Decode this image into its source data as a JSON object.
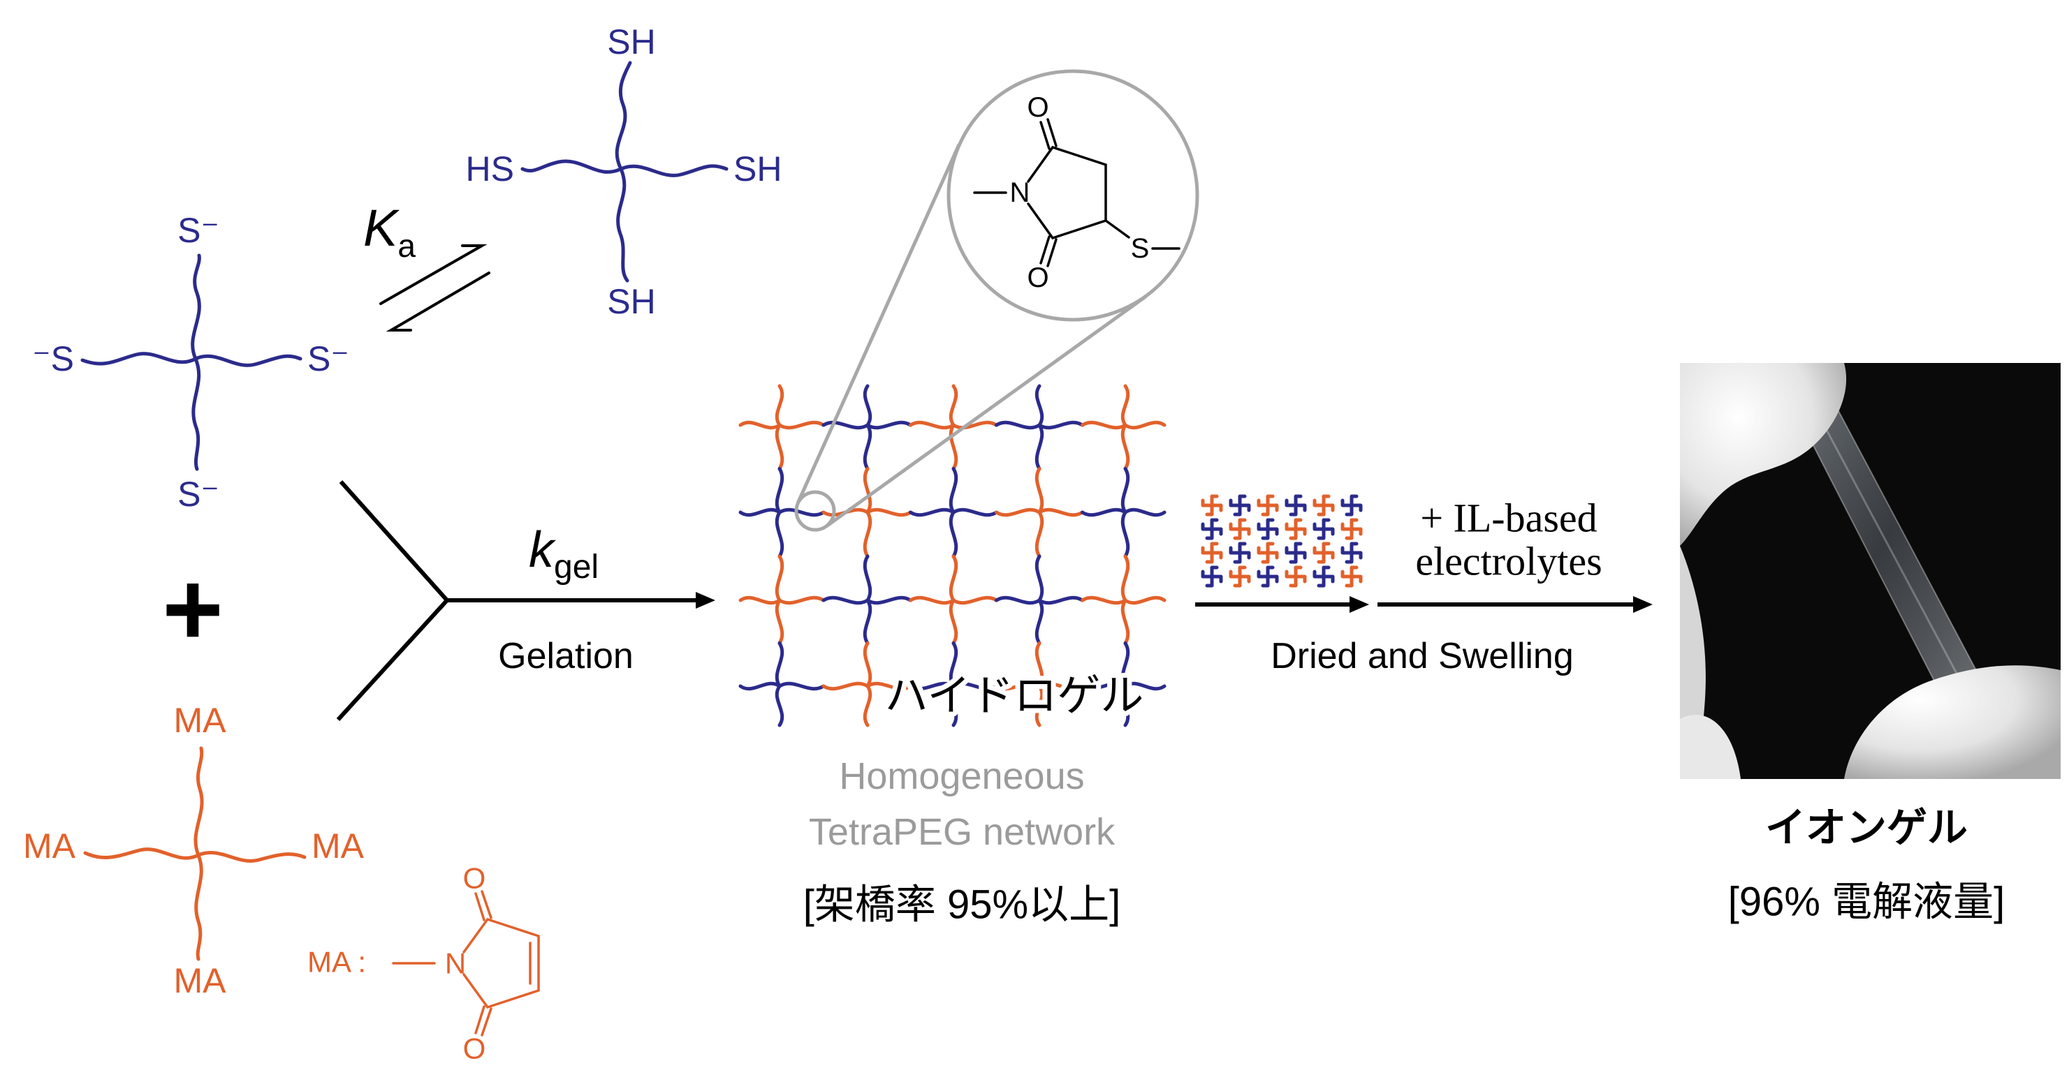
{
  "thiol_star": {
    "top": "SH",
    "left": "HS",
    "right": "SH",
    "bottom": "SH"
  },
  "thiolate_star": {
    "top": "S⁻",
    "left": "⁻S",
    "right": "S⁻",
    "bottom": "S⁻"
  },
  "maleimide_star": {
    "top": "MA",
    "left": "MA",
    "right": "MA",
    "bottom": "MA"
  },
  "equilibrium": {
    "symbol": "K",
    "subscript": "a"
  },
  "plus": "+",
  "ma_definition": {
    "label": "MA :",
    "nitrogen": "N",
    "oxygen_top": "O",
    "oxygen_bottom": "O"
  },
  "gelation": {
    "rate_symbol": "k",
    "rate_subscript": "gel",
    "label": "Gelation"
  },
  "zoom_linkage": {
    "nitrogen": "N",
    "oxygen_top": "O",
    "oxygen_bottom": "O",
    "sulfur": "S"
  },
  "hydrogel": {
    "label": "ハイドロゲル",
    "caption": [
      "Homogeneous",
      "TetraPEG network"
    ],
    "crosslinking": "[架橋率 95%以上]"
  },
  "swelling": {
    "reagent": [
      "+ IL-based",
      "electrolytes"
    ],
    "process": "Dried and Swelling"
  },
  "iongel": {
    "label": "イオンゲル",
    "electrolyte_content": "[96% 電解液量]"
  },
  "colors": {
    "blue": "#2b2b8c",
    "orange": "#e2612b",
    "gray": "#9b9b9b",
    "magnifier": "#a8a8a8",
    "black": "#000000"
  }
}
